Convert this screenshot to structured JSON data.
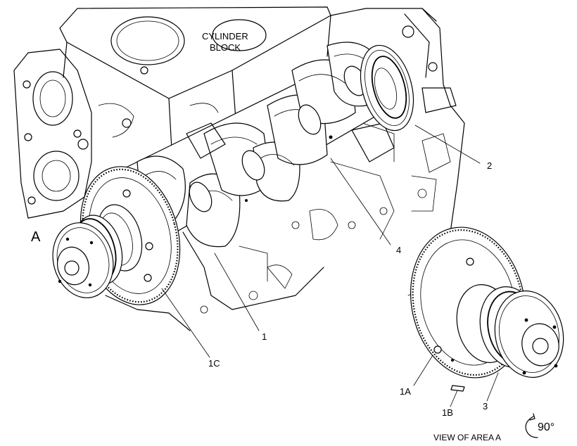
{
  "callouts": {
    "cylinder_block_line1": "CYLINDER",
    "cylinder_block_line2": "BLOCK",
    "item_1": "1",
    "item_1a": "1A",
    "item_1b": "1B",
    "item_1c": "1C",
    "item_2": "2",
    "item_3": "3",
    "item_4": "4",
    "view_marker": "A"
  },
  "view_caption": "VIEW OF AREA A",
  "rotation": {
    "label": "90°",
    "icon": "rotate-arrow-icon"
  }
}
